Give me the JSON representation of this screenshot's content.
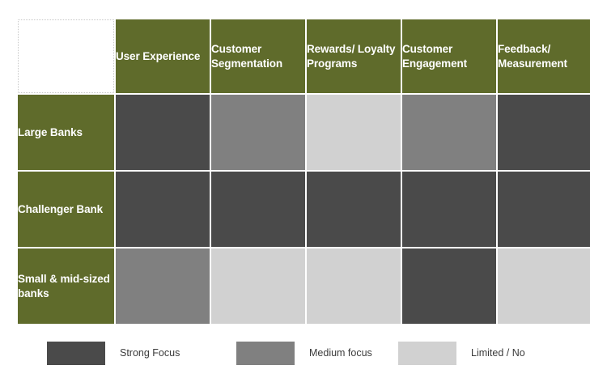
{
  "matrix": {
    "corner_label": "",
    "column_headers": [
      "User Experience",
      "Customer Segmentation",
      "Rewards/ Loyalty Programs",
      "Customer Engagement",
      "Feedback/ Measurement"
    ],
    "row_headers": [
      "Large Banks",
      "Challenger Bank",
      "Small & mid-sized banks"
    ],
    "cells": [
      [
        "Strong Focus",
        "Medium focus",
        "Limited / No",
        "Medium focus",
        "Strong Focus"
      ],
      [
        "Strong Focus",
        "Strong Focus",
        "Strong Focus",
        "Strong Focus",
        "Strong Focus"
      ],
      [
        "Medium focus",
        "Limited / No",
        "Limited / No",
        "Strong Focus",
        "Limited / No"
      ]
    ]
  },
  "legend": {
    "items": [
      {
        "label": "Strong Focus",
        "color": "#4A4A4A"
      },
      {
        "label": "Medium focus",
        "color": "#808080"
      },
      {
        "label": "Limited / No",
        "color": "#D1D1D1"
      }
    ]
  },
  "colors": {
    "header_green": "#5F6B2B",
    "strong": "#4A4A4A",
    "medium": "#808080",
    "limited": "#D1D1D1",
    "background": "#FFFFFF",
    "grid_line": "#FFFFFF"
  },
  "chart_data": {
    "type": "heatmap",
    "title": "",
    "xlabel": "",
    "ylabel": "",
    "categories": [
      "User Experience",
      "Customer Segmentation",
      "Rewards/ Loyalty Programs",
      "Customer Engagement",
      "Feedback/ Measurement"
    ],
    "rows": [
      "Large Banks",
      "Challenger Bank",
      "Small & mid-sized banks"
    ],
    "scale": [
      {
        "label": "Strong Focus",
        "value": 3,
        "color": "#4A4A4A"
      },
      {
        "label": "Medium focus",
        "value": 2,
        "color": "#808080"
      },
      {
        "label": "Limited / No",
        "value": 1,
        "color": "#D1D1D1"
      }
    ],
    "values": [
      [
        3,
        2,
        1,
        2,
        3
      ],
      [
        3,
        3,
        3,
        3,
        3
      ],
      [
        2,
        1,
        1,
        3,
        1
      ]
    ],
    "legend_position": "bottom",
    "grid": true
  }
}
